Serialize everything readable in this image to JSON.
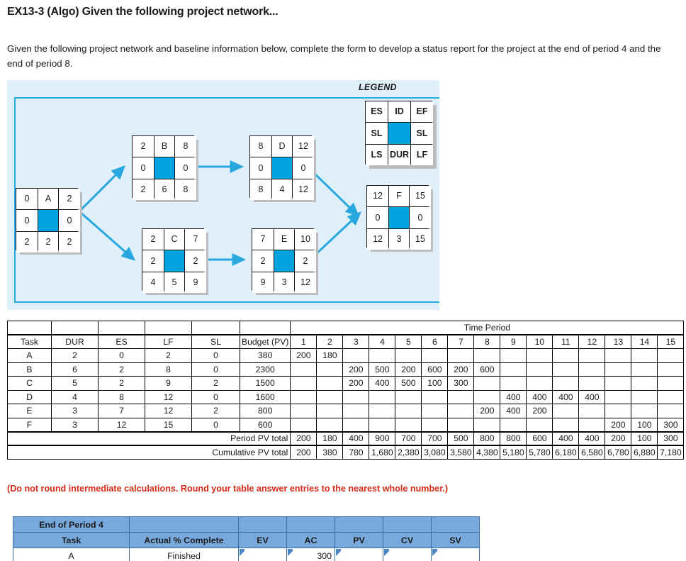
{
  "header": {
    "title": "EX13-3 (Algo) Given the following project network...",
    "intro": "Given the following project network and baseline information below, complete the form to develop a status report for the project at the end of period 4 and the end of period 8."
  },
  "diagram": {
    "legend_label": "LEGEND",
    "legend_node": {
      "es": "ES",
      "id": "ID",
      "ef": "EF",
      "sl_left": "SL",
      "sl_right": "SL",
      "ls": "LS",
      "dur": "DUR",
      "lf": "LF"
    },
    "nodes": [
      {
        "key": "A",
        "es": "0",
        "id": "A",
        "ef": "2",
        "sl_left": "0",
        "sl_right": "0",
        "ls": "2",
        "dur": "2",
        "lf": "2"
      },
      {
        "key": "B",
        "es": "2",
        "id": "B",
        "ef": "8",
        "sl_left": "0",
        "sl_right": "0",
        "ls": "2",
        "dur": "6",
        "lf": "8"
      },
      {
        "key": "C",
        "es": "2",
        "id": "C",
        "ef": "7",
        "sl_left": "2",
        "sl_right": "2",
        "ls": "4",
        "dur": "5",
        "lf": "9"
      },
      {
        "key": "D",
        "es": "8",
        "id": "D",
        "ef": "12",
        "sl_left": "0",
        "sl_right": "0",
        "ls": "8",
        "dur": "4",
        "lf": "12"
      },
      {
        "key": "E",
        "es": "7",
        "id": "E",
        "ef": "10",
        "sl_left": "2",
        "sl_right": "2",
        "ls": "9",
        "dur": "3",
        "lf": "12"
      },
      {
        "key": "F",
        "es": "12",
        "id": "F",
        "ef": "15",
        "sl_left": "0",
        "sl_right": "0",
        "ls": "12",
        "dur": "3",
        "lf": "15"
      }
    ],
    "colors": {
      "node_blue": "#00a3e0",
      "panel_bg": "#dff0fb",
      "border": "#29aae1",
      "arrow": "#29a8df"
    }
  },
  "baseline_table": {
    "time_period_header": "Time Period",
    "columns": [
      "Task",
      "DUR",
      "ES",
      "LF",
      "SL",
      "Budget (PV)"
    ],
    "periods": [
      "1",
      "2",
      "3",
      "4",
      "5",
      "6",
      "7",
      "8",
      "9",
      "10",
      "11",
      "12",
      "13",
      "14",
      "15"
    ],
    "rows": [
      {
        "task": "A",
        "dur": "2",
        "es": "0",
        "lf": "2",
        "sl": "0",
        "budget": "380",
        "pv": [
          "200",
          "180",
          "",
          "",
          "",
          "",
          "",
          "",
          "",
          "",
          "",
          "",
          "",
          "",
          ""
        ]
      },
      {
        "task": "B",
        "dur": "6",
        "es": "2",
        "lf": "8",
        "sl": "0",
        "budget": "2300",
        "pv": [
          "",
          "",
          "200",
          "500",
          "200",
          "600",
          "200",
          "600",
          "",
          "",
          "",
          "",
          "",
          "",
          ""
        ]
      },
      {
        "task": "C",
        "dur": "5",
        "es": "2",
        "lf": "9",
        "sl": "2",
        "budget": "1500",
        "pv": [
          "",
          "",
          "200",
          "400",
          "500",
          "100",
          "300",
          "",
          "",
          "",
          "",
          "",
          "",
          "",
          ""
        ]
      },
      {
        "task": "D",
        "dur": "4",
        "es": "8",
        "lf": "12",
        "sl": "0",
        "budget": "1600",
        "pv": [
          "",
          "",
          "",
          "",
          "",
          "",
          "",
          "",
          "400",
          "400",
          "400",
          "400",
          "",
          "",
          ""
        ]
      },
      {
        "task": "E",
        "dur": "3",
        "es": "7",
        "lf": "12",
        "sl": "2",
        "budget": "800",
        "pv": [
          "",
          "",
          "",
          "",
          "",
          "",
          "",
          "200",
          "400",
          "200",
          "",
          "",
          "",
          "",
          ""
        ]
      },
      {
        "task": "F",
        "dur": "3",
        "es": "12",
        "lf": "15",
        "sl": "0",
        "budget": "600",
        "pv": [
          "",
          "",
          "",
          "",
          "",
          "",
          "",
          "",
          "",
          "",
          "",
          "",
          "200",
          "100",
          "300"
        ]
      }
    ],
    "period_pv_total_label": "Period PV total",
    "period_pv_total": [
      "200",
      "180",
      "400",
      "900",
      "700",
      "700",
      "500",
      "800",
      "800",
      "600",
      "400",
      "400",
      "200",
      "100",
      "300"
    ],
    "cumulative_pv_total_label": "Cumulative PV total",
    "cumulative_pv_total": [
      "200",
      "380",
      "780",
      "1,680",
      "2,380",
      "3,080",
      "3,580",
      "4,380",
      "5,180",
      "5,780",
      "6,180",
      "6,580",
      "6,780",
      "6,880",
      "7,180"
    ]
  },
  "note": {
    "text": "(Do not round intermediate calculations. Round your table answer entries to the nearest whole number.)",
    "color": "#d42a18"
  },
  "form_table": {
    "section_title": "End of Period 4",
    "columns": [
      "Task",
      "Actual % Complete",
      "EV",
      "AC",
      "PV",
      "CV",
      "SV"
    ],
    "header_color": "#78a9dd",
    "rows": [
      {
        "task": "A",
        "pct": "Finished",
        "ev": "",
        "ac": "300",
        "pv": "",
        "cv": "",
        "sv": ""
      }
    ]
  }
}
